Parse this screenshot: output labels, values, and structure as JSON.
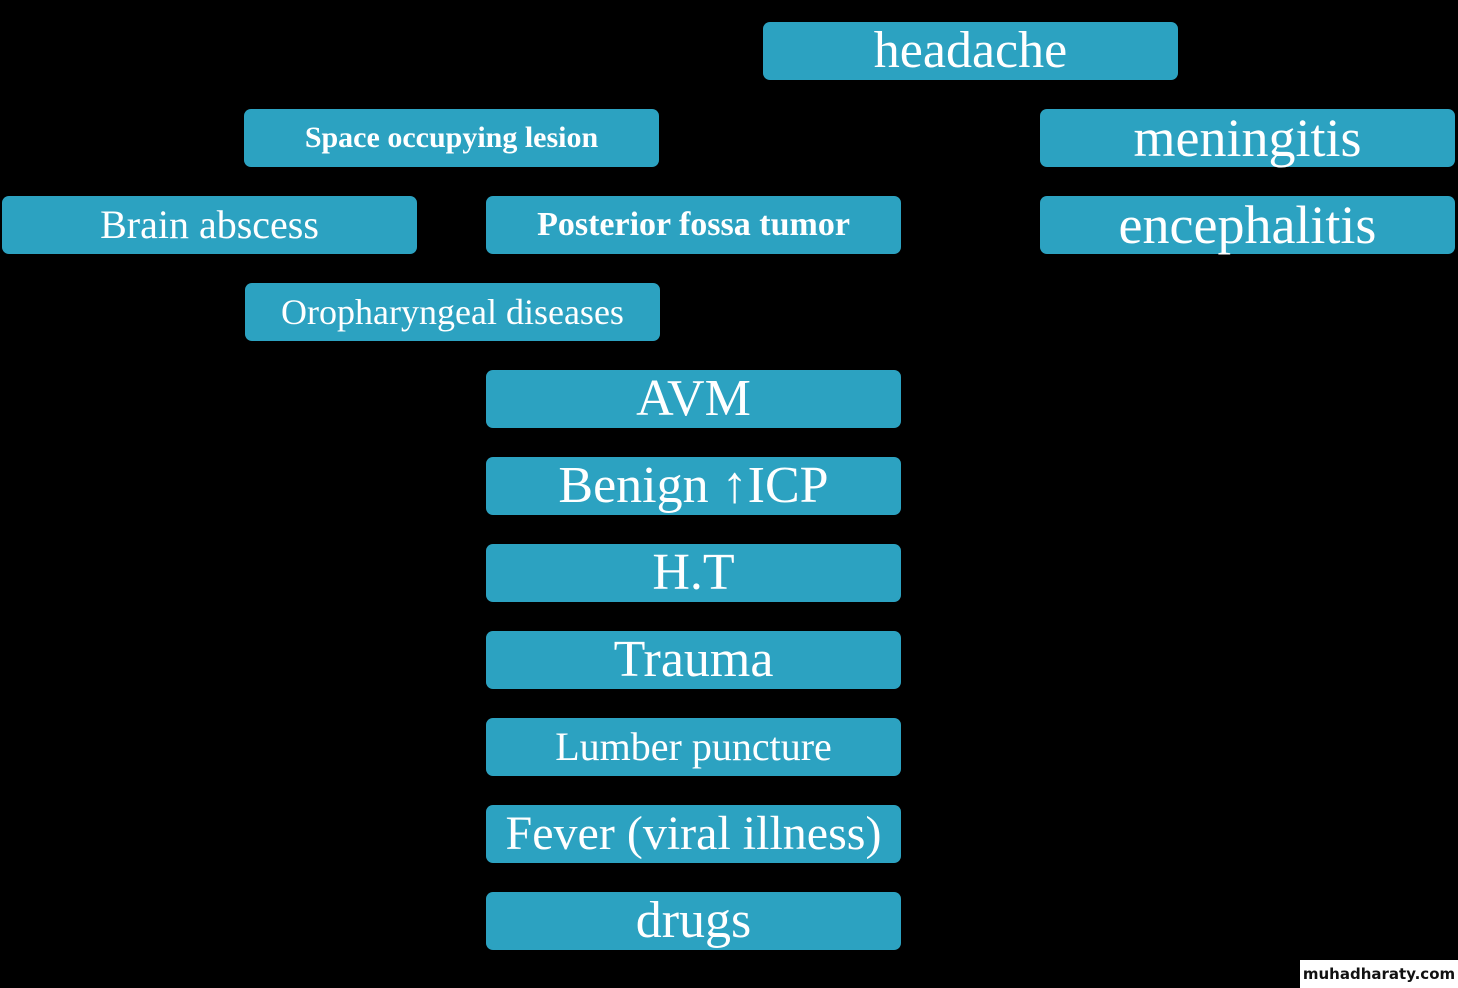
{
  "nodes": {
    "headache": "headache",
    "space_occupying_lesion": "Space occupying lesion",
    "meningitis": "meningitis",
    "brain_abscess": "Brain abscess",
    "posterior_fossa_tumor": "Posterior fossa tumor",
    "encephalitis": "encephalitis",
    "oropharyngeal_diseases": "Oropharyngeal diseases",
    "avm": "AVM",
    "benign_icp": "Benign ↑ICP",
    "ht": "H.T",
    "trauma": "Trauma",
    "lumber_puncture": "Lumber puncture",
    "fever": "Fever (viral illness)",
    "drugs": "drugs"
  },
  "watermark": "muhadharaty.com",
  "colors": {
    "box": "#2ca2c1",
    "background": "#000000"
  }
}
